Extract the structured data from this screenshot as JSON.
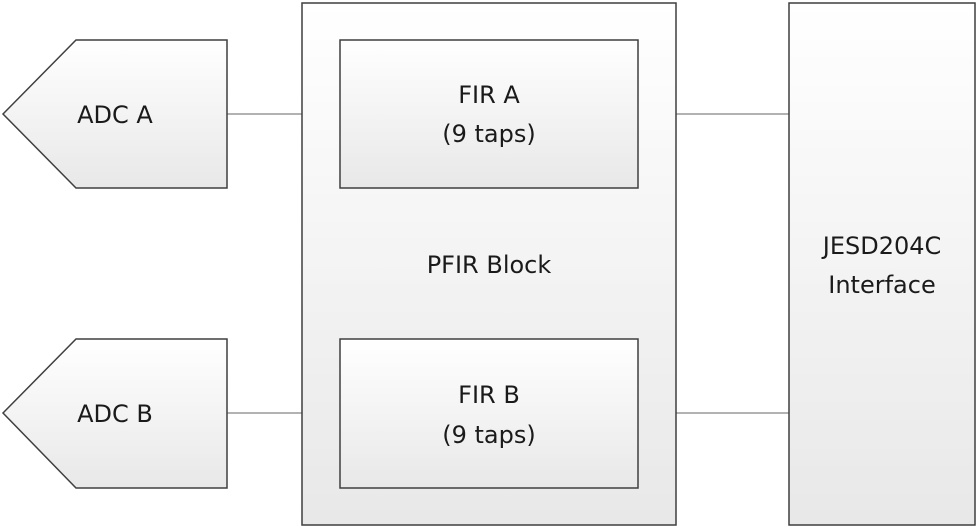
{
  "adcs": [
    {
      "label": "ADC A"
    },
    {
      "label": "ADC B"
    }
  ],
  "pfir_block": {
    "label": "PFIR Block",
    "filters": [
      {
        "name": "FIR A",
        "taps": "(9 taps)"
      },
      {
        "name": "FIR B",
        "taps": "(9 taps)"
      }
    ]
  },
  "interface": {
    "line1": "JESD204C",
    "line2": "Interface"
  },
  "colors": {
    "stroke": "#3f3f3f",
    "line": "#555555",
    "text": "#1a1a1a"
  }
}
